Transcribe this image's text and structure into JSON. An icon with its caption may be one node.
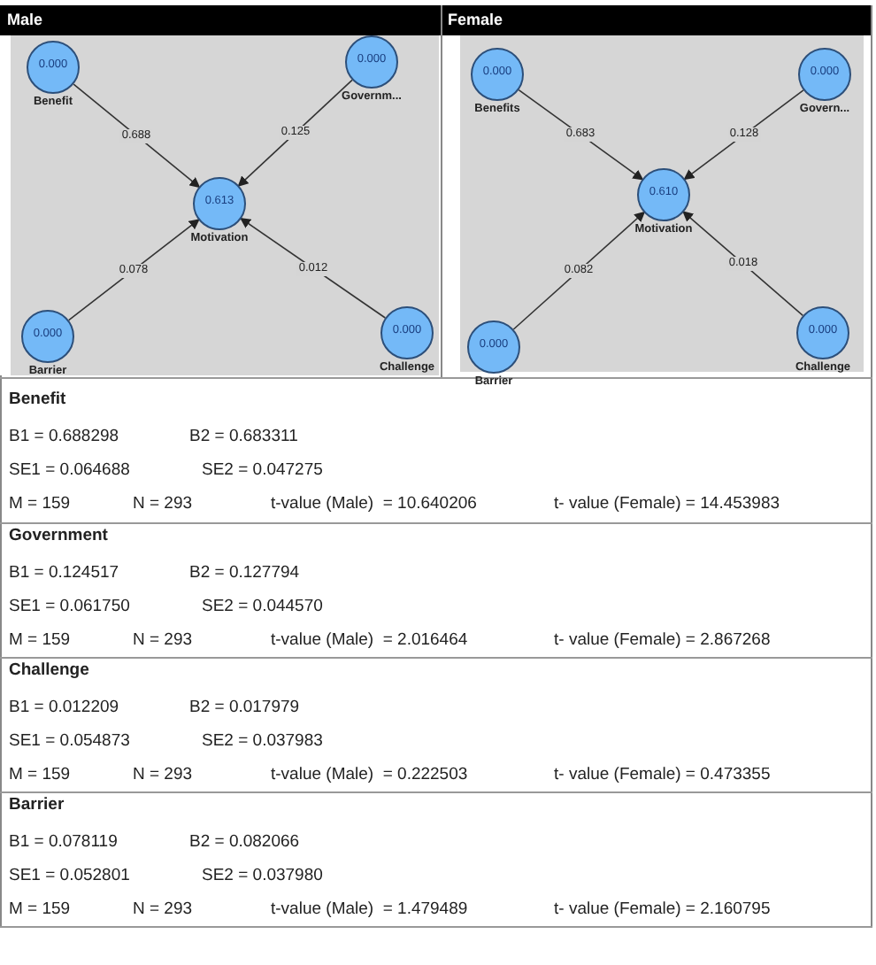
{
  "diagram": {
    "nodes": [
      {
        "text": [
          "0.000",
          "Benefit"
        ]
      },
      {
        "text": [
          "0.000",
          "Governm..."
        ]
      },
      {
        "text": [
          "0.613",
          "Motivation"
        ]
      },
      {
        "text": [
          "0.000",
          "Barrier"
        ]
      },
      {
        "text": [
          "0.000",
          "Challenge"
        ]
      },
      {
        "text": [
          "0.000",
          "Benefits"
        ]
      },
      {
        "text": [
          "0.000",
          "Govern..."
        ]
      },
      {
        "text": [
          "0.610",
          "Motivation"
        ]
      },
      {
        "text": [
          "0.000",
          "Barrier"
        ]
      },
      {
        "text": [
          "0.000",
          "Challenge"
        ]
      }
    ],
    "edges": [
      {
        "from": 0,
        "to": 2,
        "arrow": "to",
        "label": "0.688"
      },
      {
        "from": 1,
        "to": 2,
        "arrow": "to",
        "label": "0.125"
      },
      {
        "from": 3,
        "to": 2,
        "arrow": "to",
        "label": "0.078"
      },
      {
        "from": 4,
        "to": 2,
        "arrow": "to",
        "label": "0.012"
      },
      {
        "from": 5,
        "to": 7,
        "arrow": "to",
        "label": "0.683"
      },
      {
        "from": 6,
        "to": 7,
        "arrow": "to",
        "label": "0.128"
      },
      {
        "from": 8,
        "to": 7,
        "arrow": "to",
        "label": "0.082"
      },
      {
        "from": 9,
        "to": 7,
        "arrow": "to",
        "label": "0.018"
      }
    ],
    "labels": [
      "Male",
      "Female",
      "Benefit",
      "B1 = 0.688298",
      "B2 = 0.683311",
      "SE1 = 0.064688",
      "SE2 = 0.047275",
      "M = 159",
      "N = 293",
      "t-value (Male)  = 10.640206",
      "t- value (Female) = 14.453983",
      "Government",
      "B1 = 0.124517",
      "B2 = 0.127794",
      "SE1 = 0.061750",
      "SE2 = 0.044570",
      "M = 159",
      "N = 293",
      "t-value (Male)  = 2.016464",
      "t- value (Female) = 2.867268",
      "Challenge",
      "B1 = 0.012209",
      "B2 = 0.017979",
      "SE1 = 0.054873",
      "SE2 = 0.037983",
      "M = 159",
      "N = 293",
      "t-value (Male)  = 0.222503",
      "t- value (Female) = 0.473355",
      "Barrier",
      "B1 = 0.078119",
      "B2 = 0.082066",
      "SE1 = 0.052801",
      "SE2 = 0.037980",
      "M = 159",
      "N = 293",
      "t-value (Male)  = 1.479489",
      "t- value (Female) = 2.160795"
    ]
  }
}
